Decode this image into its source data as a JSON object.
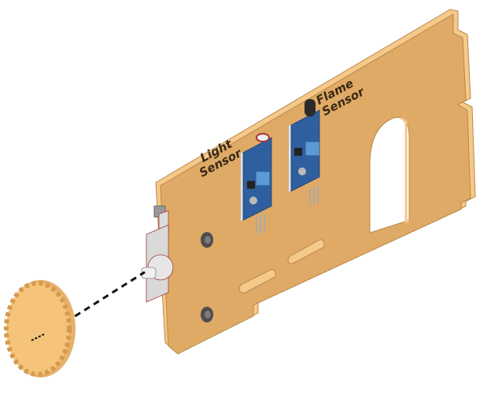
{
  "diagram": {
    "type": "assembly-illustration",
    "labels": {
      "light_sensor_line1": "Light",
      "light_sensor_line2": "Sensor",
      "flame_sensor_line1": "Flame",
      "flame_sensor_line2": "Sensor"
    },
    "parts": [
      "wooden-panel",
      "light-sensor-module",
      "flame-sensor-module",
      "servo-motor",
      "gear",
      "screws",
      "cable-clips"
    ],
    "colors": {
      "panel": "#dfaa66",
      "panel_edge": "#f5c98a",
      "panel_outline": "#b9874a",
      "sensor_board": "#2f5f9e",
      "potentiometer": "#5a9ad6",
      "servo": "#d9d9d9",
      "servo_outline": "#a33a3a",
      "gear": "#f5c47a",
      "screw": "#555555",
      "dash_line": "#111111"
    }
  }
}
